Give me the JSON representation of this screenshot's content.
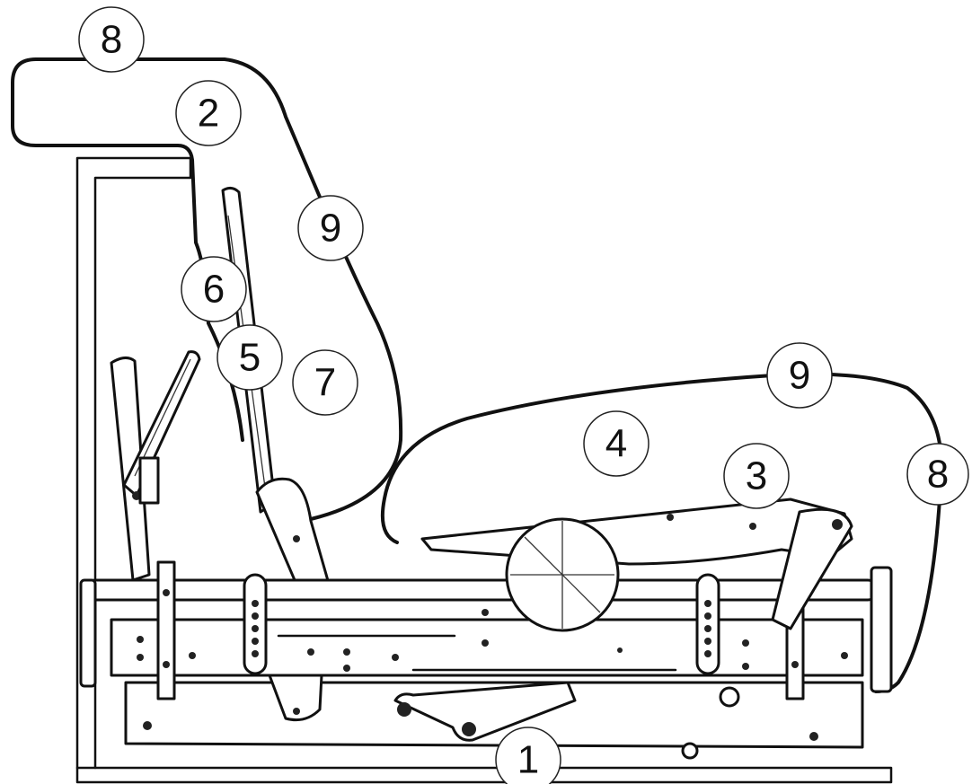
{
  "diagram": {
    "subject": "seat-side-view-line-drawing",
    "callouts": [
      {
        "id": "c8-top",
        "label": "8"
      },
      {
        "id": "c2",
        "label": "2"
      },
      {
        "id": "c9-back",
        "label": "9"
      },
      {
        "id": "c6",
        "label": "6"
      },
      {
        "id": "c5",
        "label": "5"
      },
      {
        "id": "c7",
        "label": "7"
      },
      {
        "id": "c9-seat",
        "label": "9"
      },
      {
        "id": "c4",
        "label": "4"
      },
      {
        "id": "c3",
        "label": "3"
      },
      {
        "id": "c8-front",
        "label": "8"
      },
      {
        "id": "c1",
        "label": "1"
      }
    ]
  }
}
